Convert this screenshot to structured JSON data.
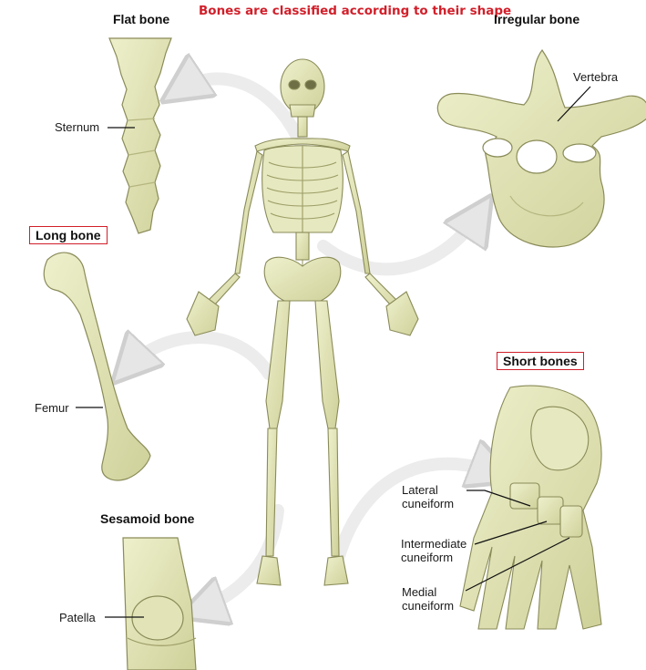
{
  "title": "Bones are classified according to their shape",
  "categories": {
    "flat": "Flat bone",
    "irregular": "Irregular bone",
    "long": "Long bone",
    "short": "Short bones",
    "sesamoid": "Sesamoid bone"
  },
  "labels": {
    "sternum": "Sternum",
    "vertebra": "Vertebra",
    "femur": "Femur",
    "patella": "Patella",
    "lateral_cuneiform": [
      "Lateral",
      "cuneiform"
    ],
    "intermediate_cuneiform": [
      "Intermediate",
      "cuneiform"
    ],
    "medial_cuneiform": [
      "Medial",
      "cuneiform"
    ]
  },
  "colors": {
    "bone": "#dfe0b3",
    "bone_shade": "#c7c98f",
    "bone_outline": "#7c7d4e",
    "accent": "#d11f2a",
    "arrow": "#eeeeee"
  }
}
